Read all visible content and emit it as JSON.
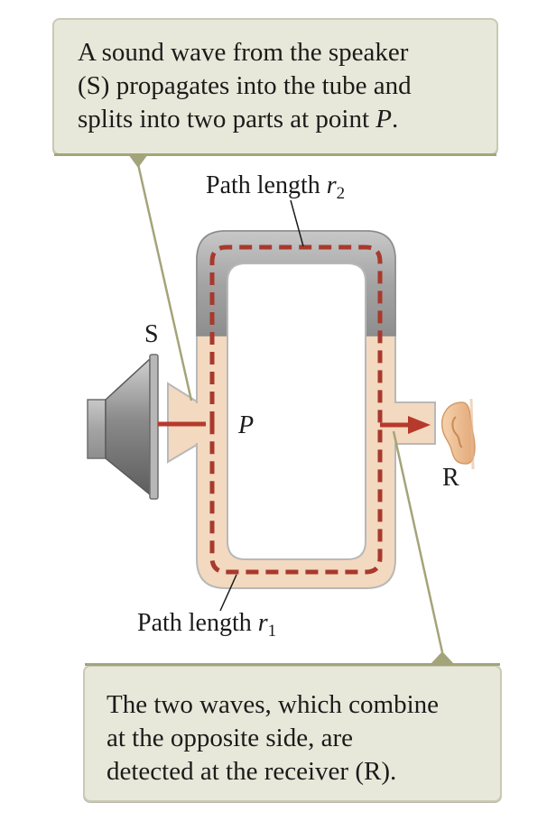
{
  "callouts": {
    "top": {
      "line1": "A sound wave from the speaker",
      "line2": "(S) propagates into the tube and",
      "line3_prefix": "splits into two parts at point ",
      "line3_point": "P",
      "line3_suffix": "."
    },
    "bottom": {
      "line1": "The two waves, which combine",
      "line2": "at the opposite side, are",
      "line3": "detected at the receiver (R)."
    }
  },
  "labels": {
    "path_r2_prefix": "Path length ",
    "path_r2_var": "r",
    "path_r2_sub": "2",
    "path_r1_prefix": "Path length ",
    "path_r1_var": "r",
    "path_r1_sub": "1",
    "speaker": "S",
    "point": "P",
    "receiver": "R"
  },
  "colors": {
    "tube_fill": "#f3d9bf",
    "tube_outline": "#b8b8b8",
    "slide_gray": "#a9a9a9",
    "dash_red": "#a8392d",
    "arrow_red": "#b63a2c",
    "callout_bg": "#e8e8da",
    "leader_line": "#a4a47a",
    "ear": "#f0c49a",
    "speaker_gray": "#9a9a9a"
  },
  "icons": {
    "speaker": "speaker-icon",
    "receiver": "ear-icon"
  }
}
